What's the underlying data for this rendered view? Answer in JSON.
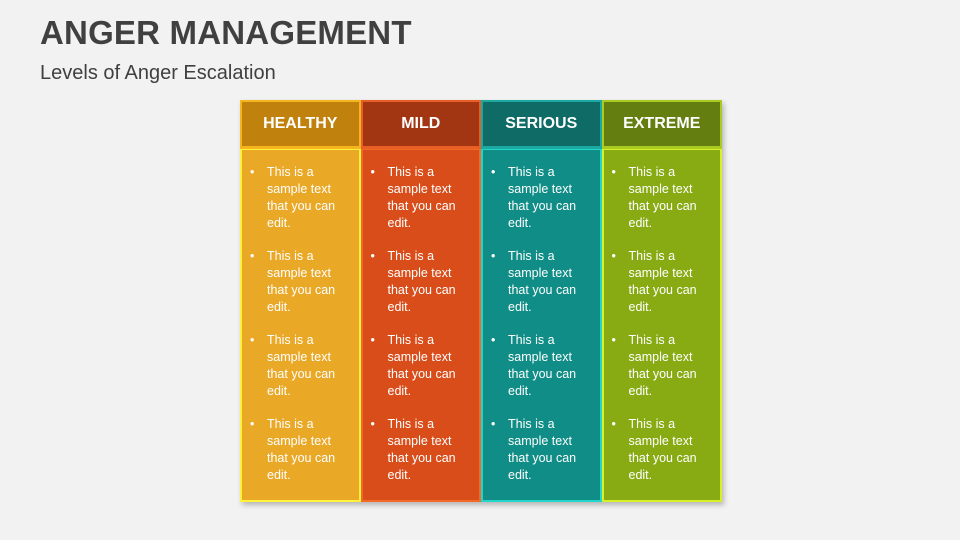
{
  "header": {
    "title": "ANGER MANAGEMENT",
    "subtitle": "Levels of Anger Escalation"
  },
  "bullet_glyph": "•",
  "columns": [
    {
      "label": "HEALTHY",
      "colors": {
        "header": "#c0820d",
        "header_border": "#f5b51e",
        "body": "#eaa827",
        "body_border": "#fff23a"
      },
      "items": [
        "This is a sample text that you can edit.",
        "This is a sample text that you can edit.",
        "This is a sample text that you can edit.",
        "This is a sample text that you can edit."
      ]
    },
    {
      "label": "MILD",
      "colors": {
        "header": "#a23512",
        "header_border": "#e85e25",
        "body": "#d94d1a",
        "body_border": "#f36a28"
      },
      "items": [
        "This is a sample text that you can edit.",
        "This is a sample text that you can edit.",
        "This is a sample text that you can edit.",
        "This is a sample text that you can edit."
      ]
    },
    {
      "label": "SERIOUS",
      "colors": {
        "header": "#0e6b66",
        "header_border": "#1ba9a1",
        "body": "#108d86",
        "body_border": "#22d6cc"
      },
      "items": [
        "This is a sample text that you can edit.",
        "This is a sample text that you can edit.",
        "This is a sample text that you can edit.",
        "This is a sample text that you can edit."
      ]
    },
    {
      "label": "EXTREME",
      "colors": {
        "header": "#647e10",
        "header_border": "#a9cb22",
        "body": "#88ab14",
        "body_border": "#d8f02a"
      },
      "items": [
        "This is a sample text that you can edit.",
        "This is a sample text that you can edit.",
        "This is a sample text that you can edit.",
        "This is a sample text that you can edit."
      ]
    }
  ]
}
